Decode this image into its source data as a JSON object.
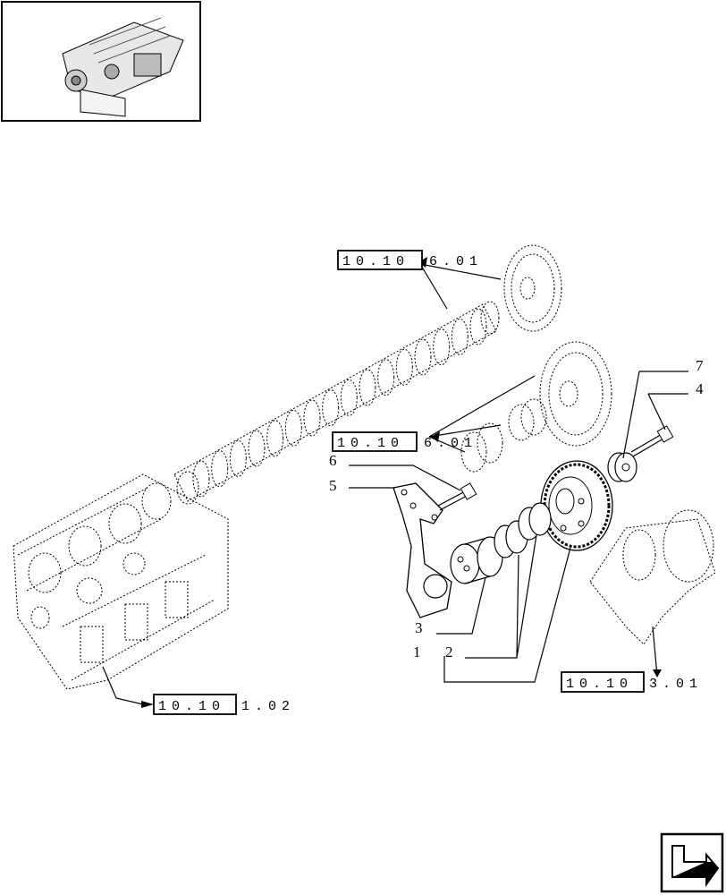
{
  "thumbnail": {
    "icon": "engine-thumbnail-icon"
  },
  "references": {
    "ref_top": {
      "boxed": "10.10",
      "rest": "6.01"
    },
    "ref_mid": {
      "boxed": "10.10",
      "rest": "6.01"
    },
    "ref_block": {
      "boxed": "10.10",
      "rest": "1.02"
    },
    "ref_crank": {
      "boxed": "10.10",
      "rest": "3.01"
    }
  },
  "callouts": {
    "c1": "1",
    "c2": "2",
    "c3": "3",
    "c4": "4",
    "c5": "5",
    "c6": "6",
    "c7": "7"
  },
  "nav": {
    "icon": "next-page-arrow-icon"
  }
}
